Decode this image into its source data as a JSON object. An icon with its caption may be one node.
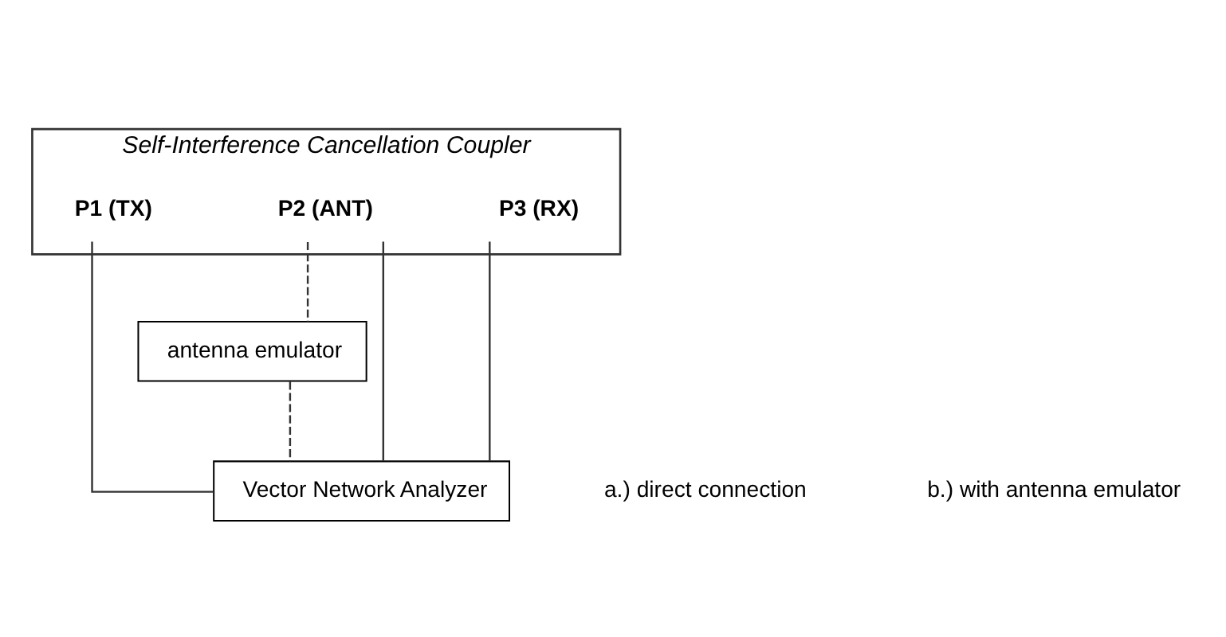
{
  "diagram": {
    "nodes": [
      {
        "text": [
          "Self-Interference Cancellation Coupler"
        ]
      },
      {
        "text": [
          "P1 (TX)"
        ],
        "in": 0
      },
      {
        "text": [
          "P2 (ANT)"
        ],
        "in": 0
      },
      {
        "text": [
          "P3 (RX)"
        ],
        "in": 0
      },
      {
        "text": [
          "antenna emulator"
        ]
      },
      {
        "text": [
          "Vector Network Analyzer"
        ]
      }
    ],
    "edges": [
      {
        "from": 1,
        "to": 5,
        "arrow": "none"
      },
      {
        "from": 2,
        "to": 5,
        "arrow": "none"
      },
      {
        "from": 2,
        "to": 4,
        "arrow": "none",
        "style": "dashed"
      },
      {
        "from": 3,
        "to": 5,
        "arrow": "none"
      },
      {
        "from": 4,
        "to": 5,
        "arrow": "none",
        "style": "dashed"
      }
    ],
    "labels": [
      "a.) direct connection",
      "b.) with antenna emulator"
    ]
  }
}
